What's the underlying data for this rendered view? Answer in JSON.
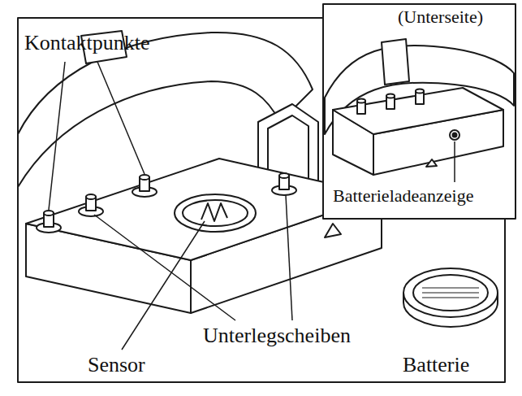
{
  "diagram": {
    "labels": [
      "Kontaktpunkte",
      "(Unterseite)",
      "Batterieladeanzeige",
      "Unterlegscheiben",
      "Sensor",
      "Batterie"
    ]
  }
}
